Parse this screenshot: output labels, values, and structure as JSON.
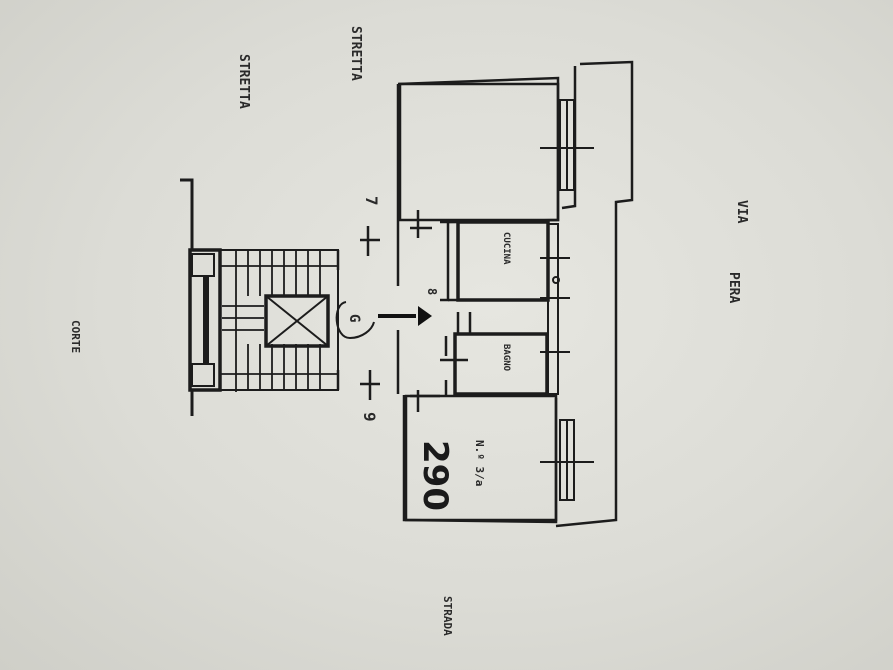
{
  "plan": {
    "labels": {
      "top_left": "STRETTA",
      "top_right": "STRETTA",
      "left": "CORTE",
      "kitchen": "CUCINA",
      "bath": "BAGNO",
      "street": "VIA",
      "street_name": "PERA",
      "bottom": "STRADA",
      "section_a": "7",
      "section_b": "9",
      "entry": "8",
      "hall": "G",
      "unit_ref": "N.º 3/a",
      "area": "290"
    }
  }
}
